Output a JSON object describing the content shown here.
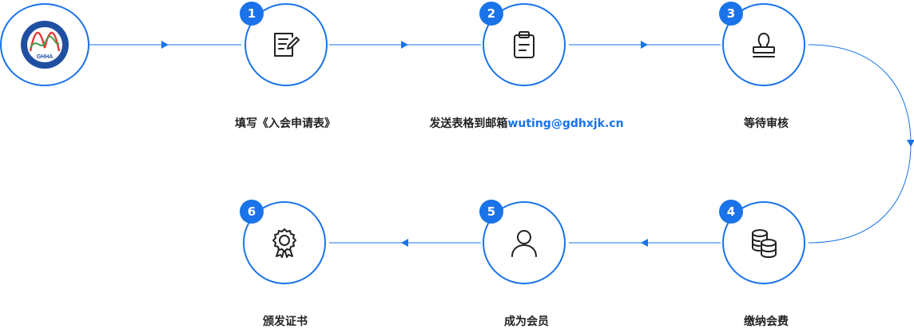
{
  "logo": {
    "icon": "association-logo-icon",
    "text": "GHHA"
  },
  "steps": [
    {
      "number": "1",
      "label": "填写《入会申请表》",
      "icon": "form-edit-icon"
    },
    {
      "number": "2",
      "label": "发送表格到邮箱",
      "email": "wuting@gdhxjk.cn",
      "icon": "clipboard-icon"
    },
    {
      "number": "3",
      "label": "等待审核",
      "icon": "stamp-icon"
    },
    {
      "number": "4",
      "label": "缴纳会费",
      "icon": "coins-icon"
    },
    {
      "number": "5",
      "label": "成为会员",
      "icon": "user-icon"
    },
    {
      "number": "6",
      "label": "颁发证书",
      "icon": "certificate-badge-icon"
    }
  ],
  "colors": {
    "accent": "#1a73e8",
    "text": "#222222"
  }
}
